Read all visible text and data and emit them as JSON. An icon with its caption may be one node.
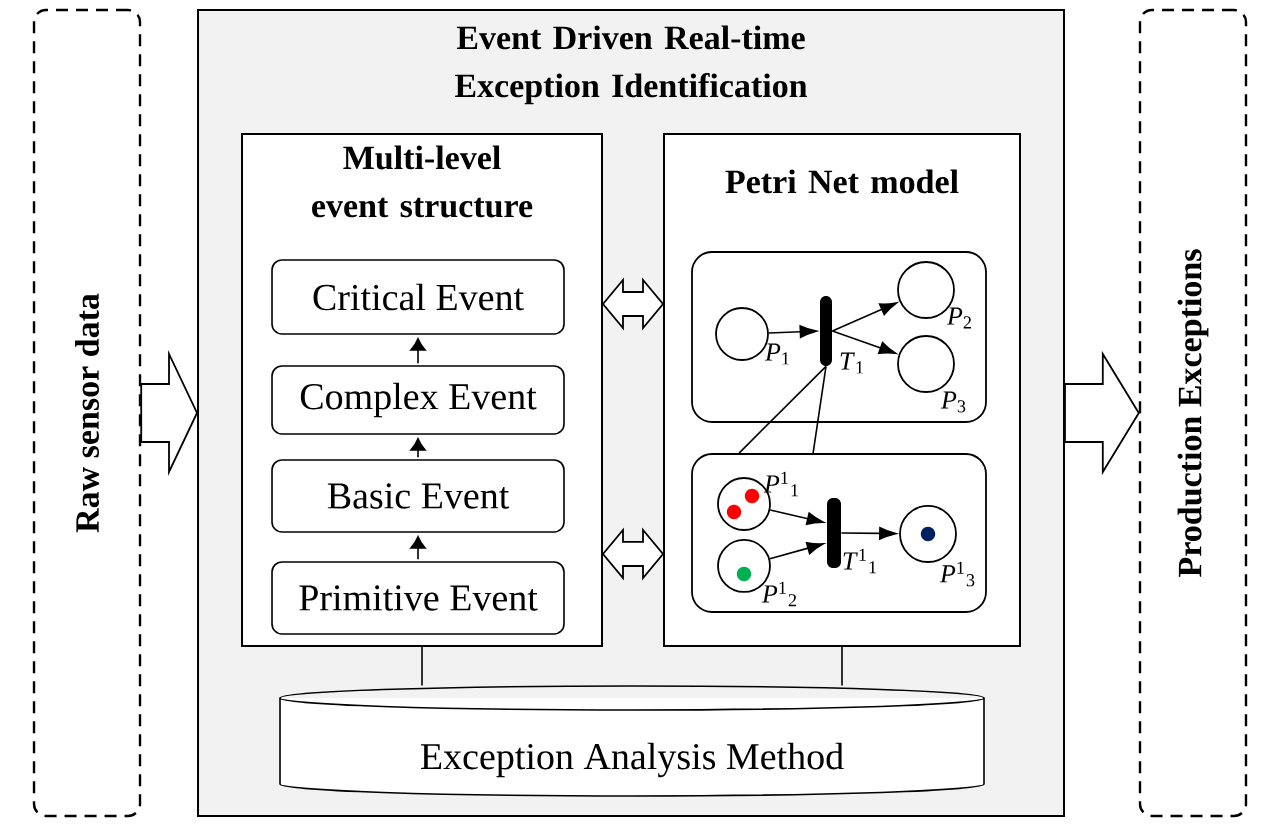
{
  "diagram": {
    "nodes": [
      {
        "text": [
          "Raw sensor data"
        ]
      },
      {
        "text": [
          "Event Driven Real-time Exception Identification"
        ]
      },
      {
        "text": [
          "Multi-level event structure"
        ],
        "in": 1
      },
      {
        "text": [
          "Critical Event"
        ],
        "in": 2
      },
      {
        "text": [
          "Complex Event"
        ],
        "in": 2
      },
      {
        "text": [
          "Basic Event"
        ],
        "in": 2
      },
      {
        "text": [
          "Primitive Event"
        ],
        "in": 2
      },
      {
        "text": [
          "Petri Net model"
        ],
        "in": 1
      },
      {
        "text": [],
        "shape": "box",
        "in": 7
      },
      {
        "text": [],
        "shape": "box",
        "in": 7
      },
      {
        "text": [],
        "shape": "circle",
        "in": 8,
        "beside": [
          "*P*$_{1}$"
        ]
      },
      {
        "text": [],
        "shape": "bar",
        "in": 8,
        "beside": [
          "*T*$_{1}$"
        ]
      },
      {
        "text": [],
        "shape": "circle",
        "in": 8,
        "beside": [
          "*P*$_{2}$"
        ]
      },
      {
        "text": [],
        "shape": "circle",
        "in": 8,
        "beside": [
          "*P*$_{3}$"
        ]
      },
      {
        "text": [],
        "shape": "circle",
        "in": 9,
        "beside": [
          "*P*$^{1}$$_{1}$"
        ]
      },
      {
        "text": [],
        "shape": "circle",
        "in": 9,
        "beside": [
          "*P*$^{1}$$_{2}$"
        ]
      },
      {
        "text": [],
        "shape": "bar",
        "in": 9,
        "beside": [
          "*T*$^{1}$$_{1}$"
        ]
      },
      {
        "text": [],
        "shape": "circle",
        "in": 9,
        "beside": [
          "*P*$^{1}$$_{3}$"
        ]
      },
      {
        "text": [
          "Exception Analysis Method"
        ],
        "in": 1
      },
      {
        "text": [
          "Production Exceptions"
        ]
      }
    ],
    "edges": [
      {
        "from": 0,
        "to": 1,
        "arrow": "to",
        "style": "thick"
      },
      {
        "from": 1,
        "to": 19,
        "arrow": "to",
        "style": "thick"
      },
      {
        "from": 2,
        "to": 7,
        "arrow": "both",
        "style": "thick"
      },
      {
        "from": 2,
        "to": 7,
        "arrow": "both",
        "style": "thick"
      },
      {
        "from": 6,
        "to": 5,
        "arrow": "to"
      },
      {
        "from": 5,
        "to": 4,
        "arrow": "to"
      },
      {
        "from": 4,
        "to": 3,
        "arrow": "to"
      },
      {
        "from": 10,
        "to": 11,
        "arrow": "to"
      },
      {
        "from": 11,
        "to": 12,
        "arrow": "to"
      },
      {
        "from": 11,
        "to": 13,
        "arrow": "to"
      },
      {
        "from": 14,
        "to": 16,
        "arrow": "to"
      },
      {
        "from": 15,
        "to": 16,
        "arrow": "to"
      },
      {
        "from": 16,
        "to": 17,
        "arrow": "to"
      },
      {
        "from": 11,
        "to": 9,
        "arrow": "none"
      },
      {
        "from": 11,
        "to": 9,
        "arrow": "none"
      },
      {
        "from": 2,
        "to": 18,
        "arrow": "none"
      },
      {
        "from": 7,
        "to": 18,
        "arrow": "none"
      }
    ]
  }
}
